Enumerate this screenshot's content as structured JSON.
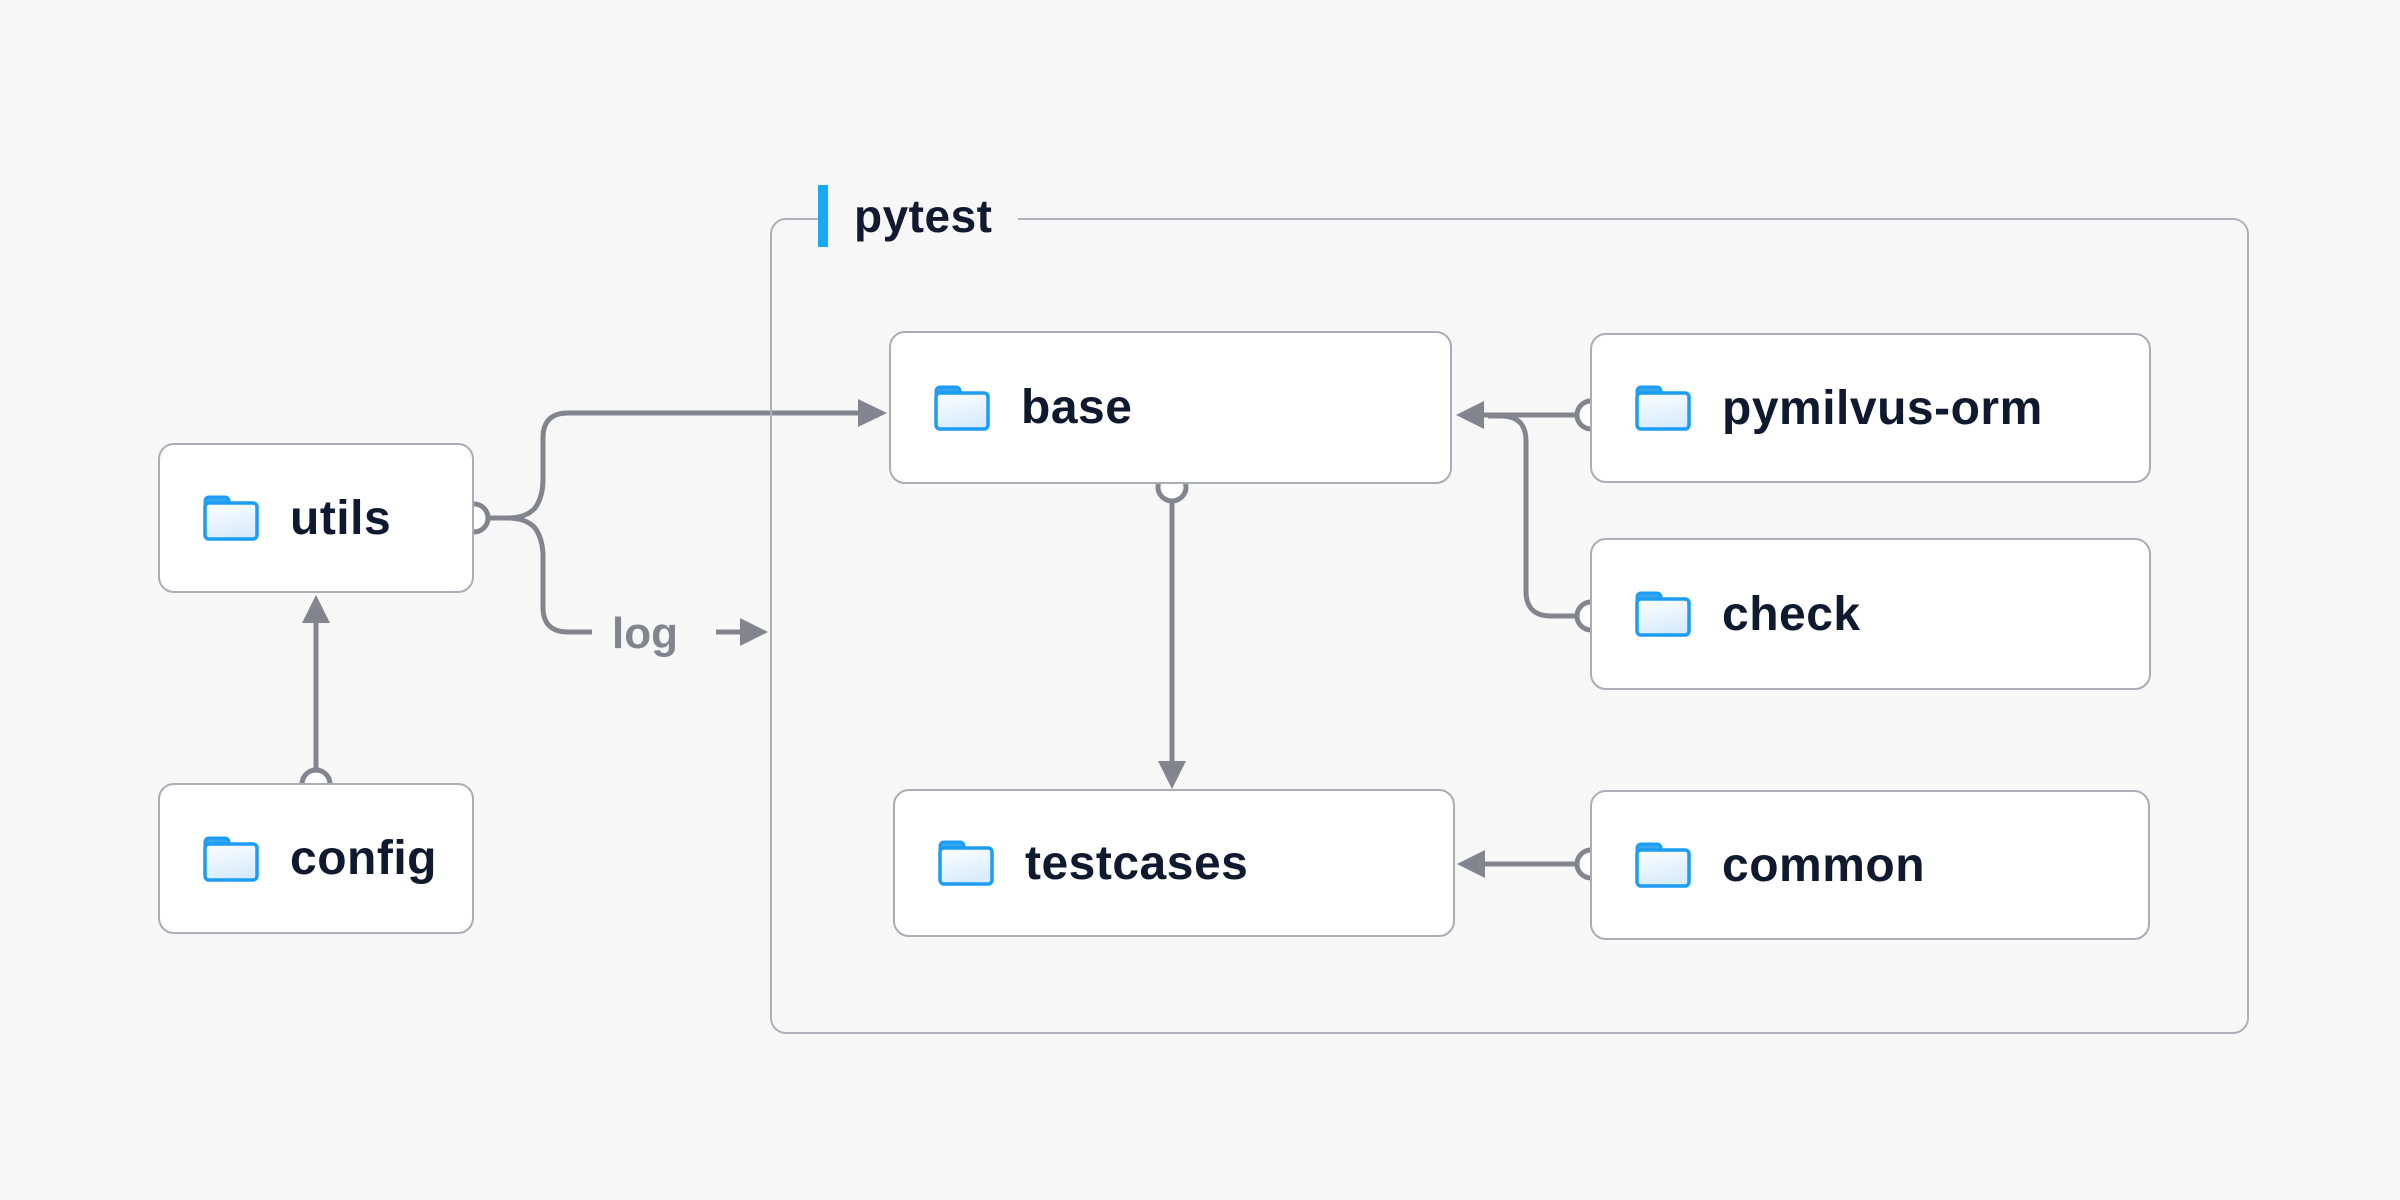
{
  "page": {
    "background": "#f7f7f8"
  },
  "container": {
    "label": "pytest",
    "accent_color": "#18a9f2",
    "border_color": "#b0b0bd",
    "label_color": "#111a2e"
  },
  "nodes": [
    {
      "id": "utils",
      "label": "utils",
      "icon": "folder-icon",
      "inside_pytest": false
    },
    {
      "id": "config",
      "label": "config",
      "icon": "folder-icon",
      "inside_pytest": false
    },
    {
      "id": "base",
      "label": "base",
      "icon": "folder-icon",
      "inside_pytest": true
    },
    {
      "id": "pymilvus-orm",
      "label": "pymilvus-orm",
      "icon": "folder-icon",
      "inside_pytest": true
    },
    {
      "id": "check",
      "label": "check",
      "icon": "folder-icon",
      "inside_pytest": true
    },
    {
      "id": "testcases",
      "label": "testcases",
      "icon": "folder-icon",
      "inside_pytest": true
    },
    {
      "id": "common",
      "label": "common",
      "icon": "folder-icon",
      "inside_pytest": true
    }
  ],
  "edges": [
    {
      "from": "config",
      "to": "utils",
      "style": "circle-start arrow-end",
      "label": ""
    },
    {
      "from": "utils",
      "to": "base",
      "style": "circle-start arrow-end",
      "label": ""
    },
    {
      "from": "utils",
      "to": "pytest",
      "style": "circle-start arrow-end",
      "label": "log"
    },
    {
      "from": "pymilvus-orm",
      "to": "base",
      "style": "circle-start arrow-end",
      "label": ""
    },
    {
      "from": "check",
      "to": "base",
      "style": "circle-start arrow-end",
      "label": ""
    },
    {
      "from": "base",
      "to": "testcases",
      "style": "circle-start arrow-end",
      "label": ""
    },
    {
      "from": "common",
      "to": "testcases",
      "style": "circle-start arrow-end",
      "label": ""
    }
  ],
  "colors": {
    "connector": "#84848e",
    "node_border": "#acacb8",
    "node_background": "#ffffff",
    "node_text": "#101a2e",
    "folder_stroke": "#1c9cf2",
    "folder_tab": "#35a7ef",
    "folder_fill_light": "#fdfeff",
    "folder_fill_shade": "#d8ecfb"
  }
}
